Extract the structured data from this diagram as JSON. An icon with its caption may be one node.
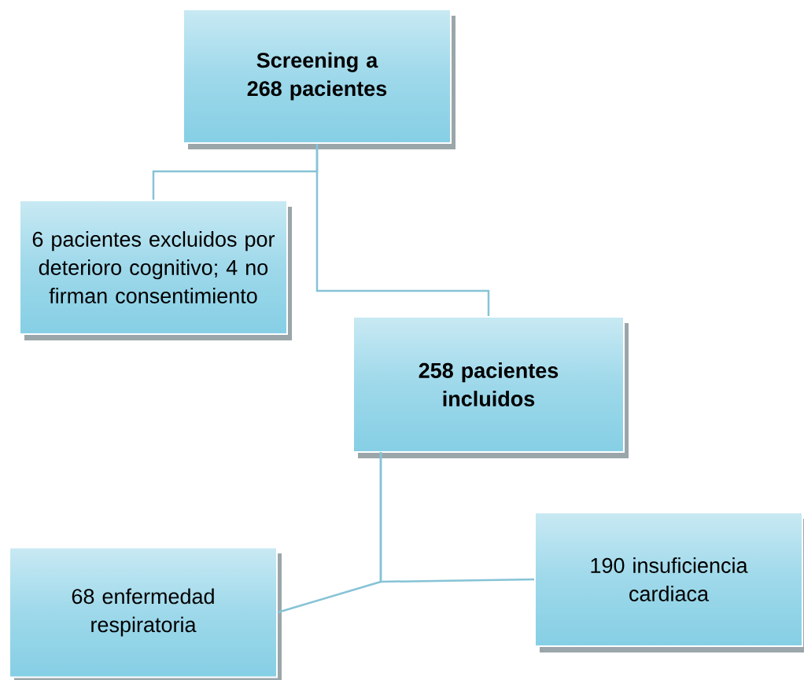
{
  "diagram": {
    "nodes": [
      {
        "text": [
          "Screening a 268 pacientes"
        ]
      },
      {
        "text": [
          "6 pacientes excluidos por deterioro cognitivo; 4 no firman consentimiento"
        ]
      },
      {
        "text": [
          "258 pacientes incluidos"
        ]
      },
      {
        "text": [
          "68 enfermedad respiratoria"
        ]
      },
      {
        "text": [
          "190 insuficiencia cardiaca"
        ]
      }
    ],
    "edges": [
      {
        "from": 0,
        "to": 1,
        "arrow": "none"
      },
      {
        "from": 0,
        "to": 2,
        "arrow": "none"
      },
      {
        "from": 2,
        "to": 3,
        "arrow": "none"
      },
      {
        "from": 2,
        "to": 4,
        "arrow": "none"
      }
    ]
  }
}
